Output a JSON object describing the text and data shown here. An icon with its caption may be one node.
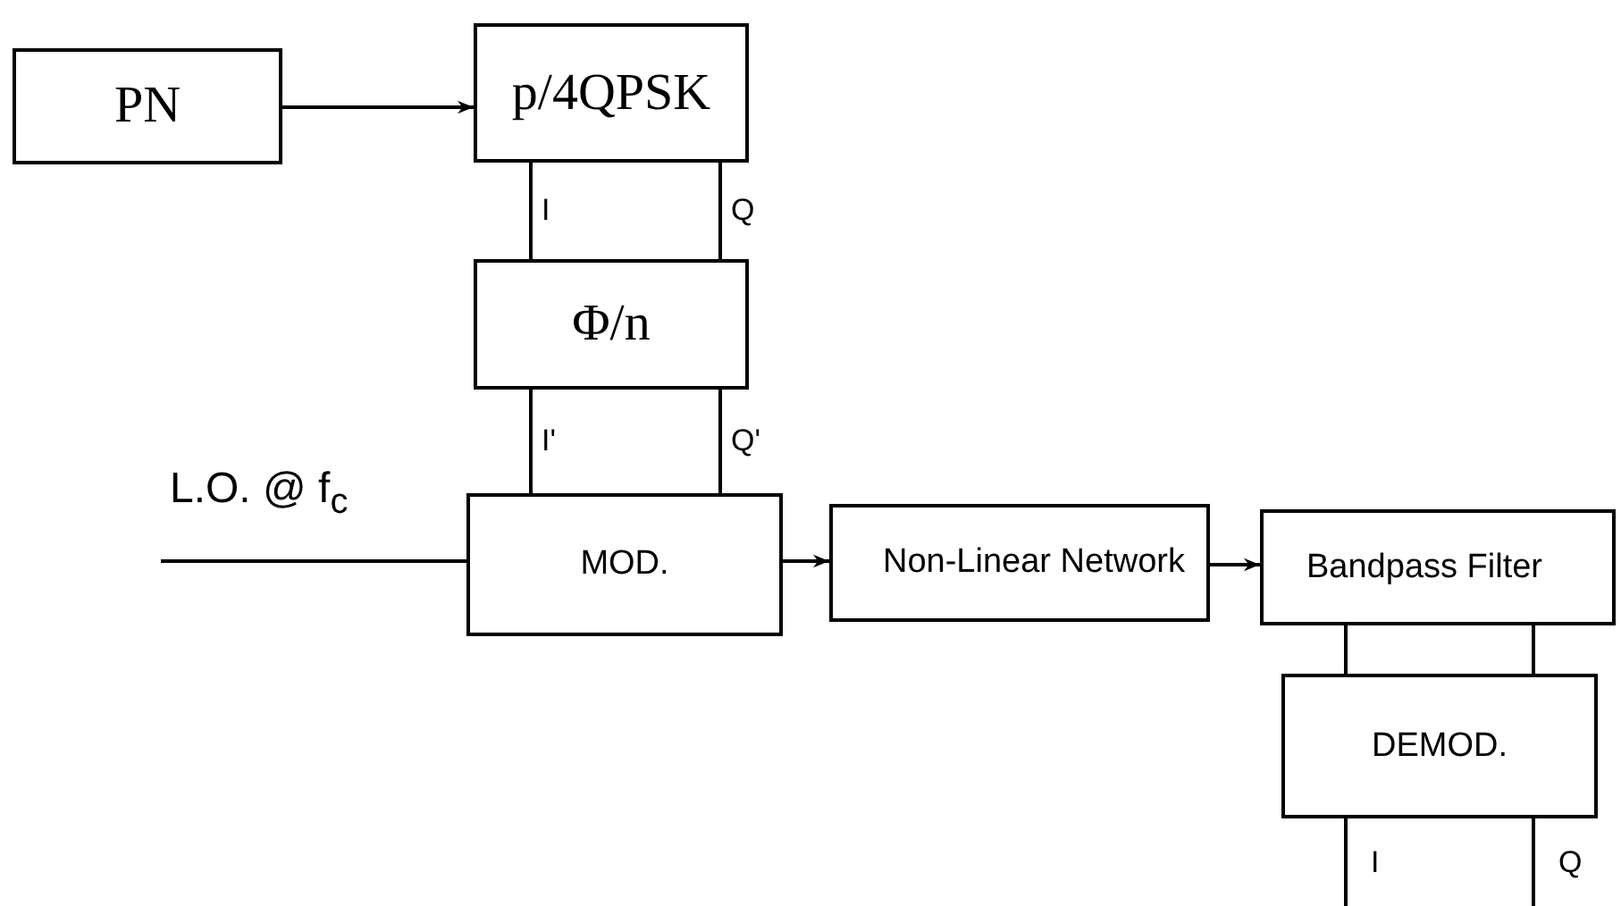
{
  "diagram": {
    "nodes": [
      {
        "text": [
          "PN"
        ]
      },
      {
        "text": [
          "p/4QPSK"
        ]
      },
      {
        "text": [
          "Φ/n"
        ]
      },
      {
        "text": [
          "MOD."
        ]
      },
      {
        "text": [
          "Non-Linear Network"
        ]
      },
      {
        "text": [
          "Bandpass Filter"
        ]
      },
      {
        "text": [
          "DEMOD."
        ]
      }
    ],
    "edges": [
      {
        "from": 0,
        "to": 1,
        "arrow": "to"
      },
      {
        "from": 1,
        "to": 2,
        "arrow": "none",
        "label": "I"
      },
      {
        "from": 1,
        "to": 2,
        "arrow": "none",
        "label": "Q"
      },
      {
        "from": 2,
        "to": 3,
        "arrow": "none",
        "label": "I'"
      },
      {
        "from": 2,
        "to": 3,
        "arrow": "none",
        "label": "Q'"
      },
      {
        "from": null,
        "to": 3,
        "arrow": "none",
        "label": "L.O. @ f$_{c}$"
      },
      {
        "from": 3,
        "to": 4,
        "arrow": "to"
      },
      {
        "from": 4,
        "to": 5,
        "arrow": "to"
      },
      {
        "from": 5,
        "to": 6,
        "arrow": "none"
      },
      {
        "from": 5,
        "to": 6,
        "arrow": "none"
      },
      {
        "from": 6,
        "to": null,
        "arrow": "none",
        "label": "I"
      },
      {
        "from": 6,
        "to": null,
        "arrow": "none",
        "label": "Q"
      }
    ]
  }
}
